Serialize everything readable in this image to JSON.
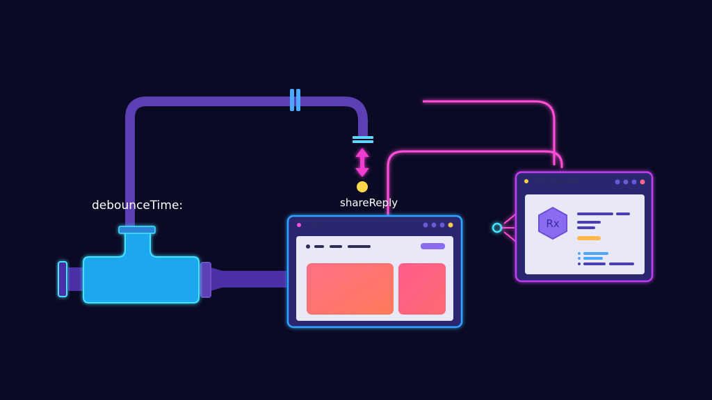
{
  "labels": {
    "debounce": "debounceTime:",
    "share_replay": "shareReply"
  },
  "window_left": {
    "title": "CCPI"
  },
  "window_right": {
    "title": "RxJS Reconat",
    "badge": "Rx"
  },
  "colors": {
    "background": "#0b0a24",
    "pipe_purple": "#5b3fb3",
    "valve_cyan": "#1aa7ee",
    "neon_pink": "#ff4fd8",
    "neon_cyan": "#46e3ff",
    "window_border_blue": "#2fa6ff",
    "window_border_magenta": "#c43cf0",
    "arrow_magenta": "#f03ccf",
    "dot_yellow": "#ffd84a"
  }
}
